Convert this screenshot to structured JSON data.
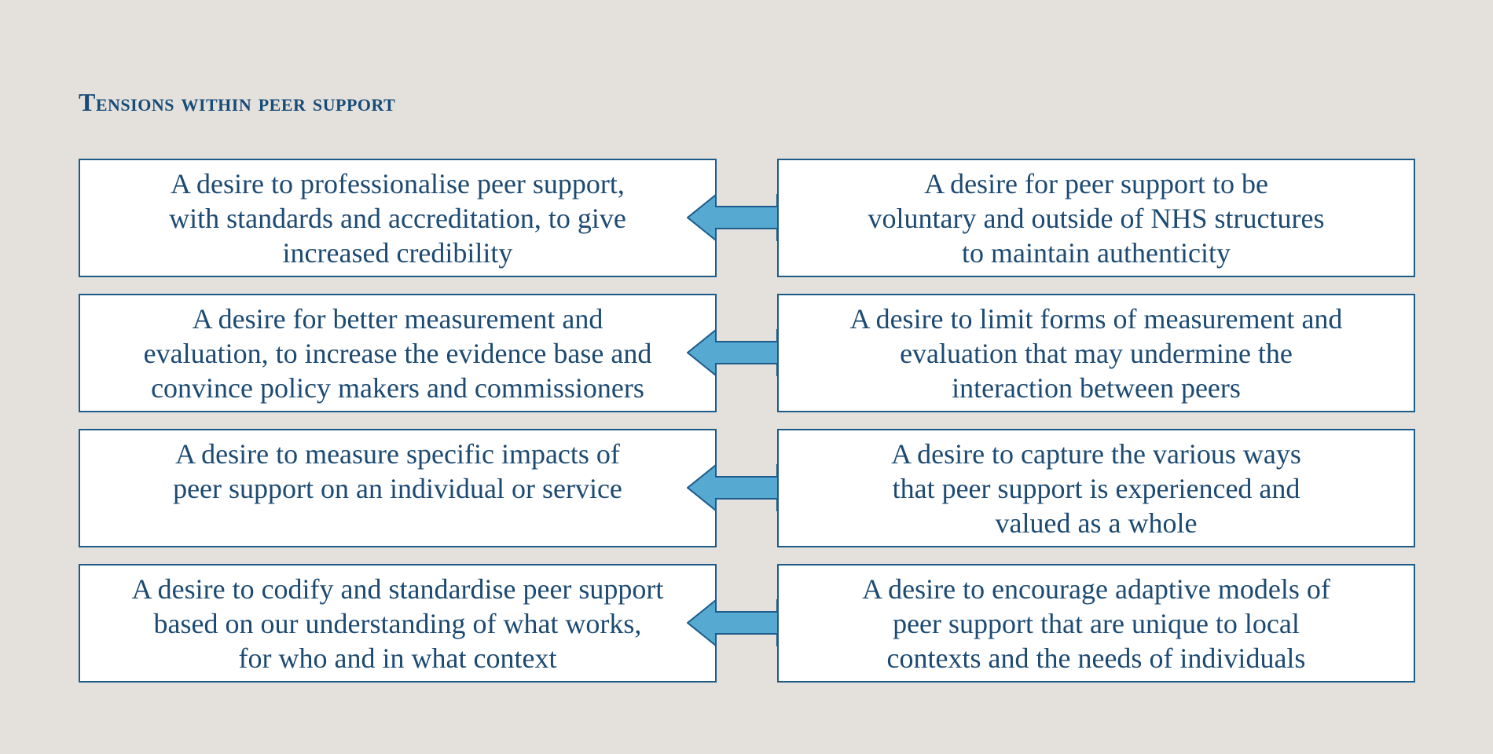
{
  "title": "Tensions within peer support",
  "colors": {
    "background": "#e4e1dc",
    "box_border": "#1c5b8a",
    "text": "#1c4a72",
    "arrow_fill": "#56aad2",
    "arrow_stroke": "#1c5b8a"
  },
  "arrow_icon": "double-headed-arrow-icon",
  "tensions": [
    {
      "left": "A desire to professionalise peer support,\nwith standards and accreditation, to give\nincreased credibility",
      "right": "A desire for peer support to be\nvoluntary and outside of NHS structures\nto maintain authenticity"
    },
    {
      "left": "A desire for better measurement and\nevaluation, to increase the evidence base and\nconvince policy makers and commissioners",
      "right": "A desire to limit forms of measurement and\nevaluation that may undermine the\ninteraction between peers"
    },
    {
      "left": "A desire to measure specific impacts of\npeer support on an individual or service",
      "right": "A desire to capture the various ways\nthat peer support is experienced and\nvalued as a whole"
    },
    {
      "left": "A desire to codify and standardise peer support\nbased on our understanding of what works,\nfor who and in what context",
      "right": "A desire to encourage adaptive models of\npeer support that are unique to local\ncontexts and the needs of individuals"
    }
  ]
}
